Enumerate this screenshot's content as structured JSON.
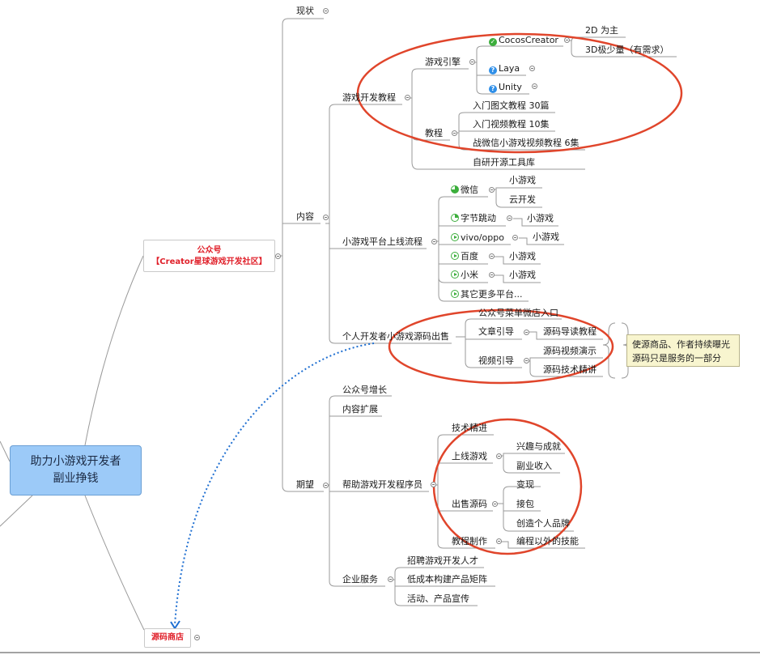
{
  "root": {
    "line1": "助力小游戏开发者",
    "line2": "副业挣钱"
  },
  "public_account": {
    "line1": "公众号",
    "line2": "【Creator星球游戏开发社区】"
  },
  "source_shop": "源码商店",
  "branches": {
    "status": "现状",
    "content": "内容",
    "expectation": "期望"
  },
  "dev_tutorial": {
    "title": "游戏开发教程",
    "engine": {
      "title": "游戏引擎",
      "cocos": "CocosCreator",
      "cocos_2d": "2D 为主",
      "cocos_3d": "3D极少量（有需求）",
      "laya": "Laya",
      "unity": "Unity"
    },
    "tutorial": {
      "title": "教程",
      "items": [
        "入门图文教程 30篇",
        "入门视频教程 10集",
        "战微信小游戏视频教程 6集"
      ]
    },
    "toolkit": "自研开源工具库"
  },
  "platform": {
    "title": "小游戏平台上线流程",
    "wechat": "微信",
    "wechat_items": [
      "小游戏",
      "云开发"
    ],
    "bytedance": "字节跳动",
    "bytedance_item": "小游戏",
    "vivo": "vivo/oppo",
    "vivo_item": "小游戏",
    "baidu": "百度",
    "baidu_item": "小游戏",
    "xiaomi": "小米",
    "xiaomi_item": "小游戏",
    "more": "其它更多平台..."
  },
  "sale": {
    "title": "个人开发者小游戏源码出售",
    "menu_entry": "公众号菜单微店入口",
    "article": "文章引导",
    "article_item": "源码导读教程",
    "video": "视频引导",
    "video_items": [
      "源码视频演示",
      "源码技术精讲"
    ],
    "note_line1": "使源商品、作者持续曝光",
    "note_line2": "源码只是服务的一部分"
  },
  "expect": {
    "growth": "公众号增长",
    "extend": "内容扩展",
    "help": {
      "title": "帮助游戏开发程序员",
      "tech": "技术精进",
      "launch": "上线游戏",
      "launch_items": [
        "兴趣与成就",
        "副业收入"
      ],
      "sell": "出售源码",
      "sell_items": [
        "变现",
        "接包",
        "创造个人品牌"
      ],
      "make": "教程制作",
      "make_item": "编程以外的技能"
    },
    "enterprise": {
      "title": "企业服务",
      "items": [
        "招聘游戏开发人才",
        "低成本构建产品矩阵",
        "活动、产品宣传"
      ]
    }
  },
  "colors": {
    "root_fill": "#9ccaf8",
    "highlight": "#e0202a",
    "link": "#1f6fd1",
    "note_fill": "#f8f5cf"
  }
}
